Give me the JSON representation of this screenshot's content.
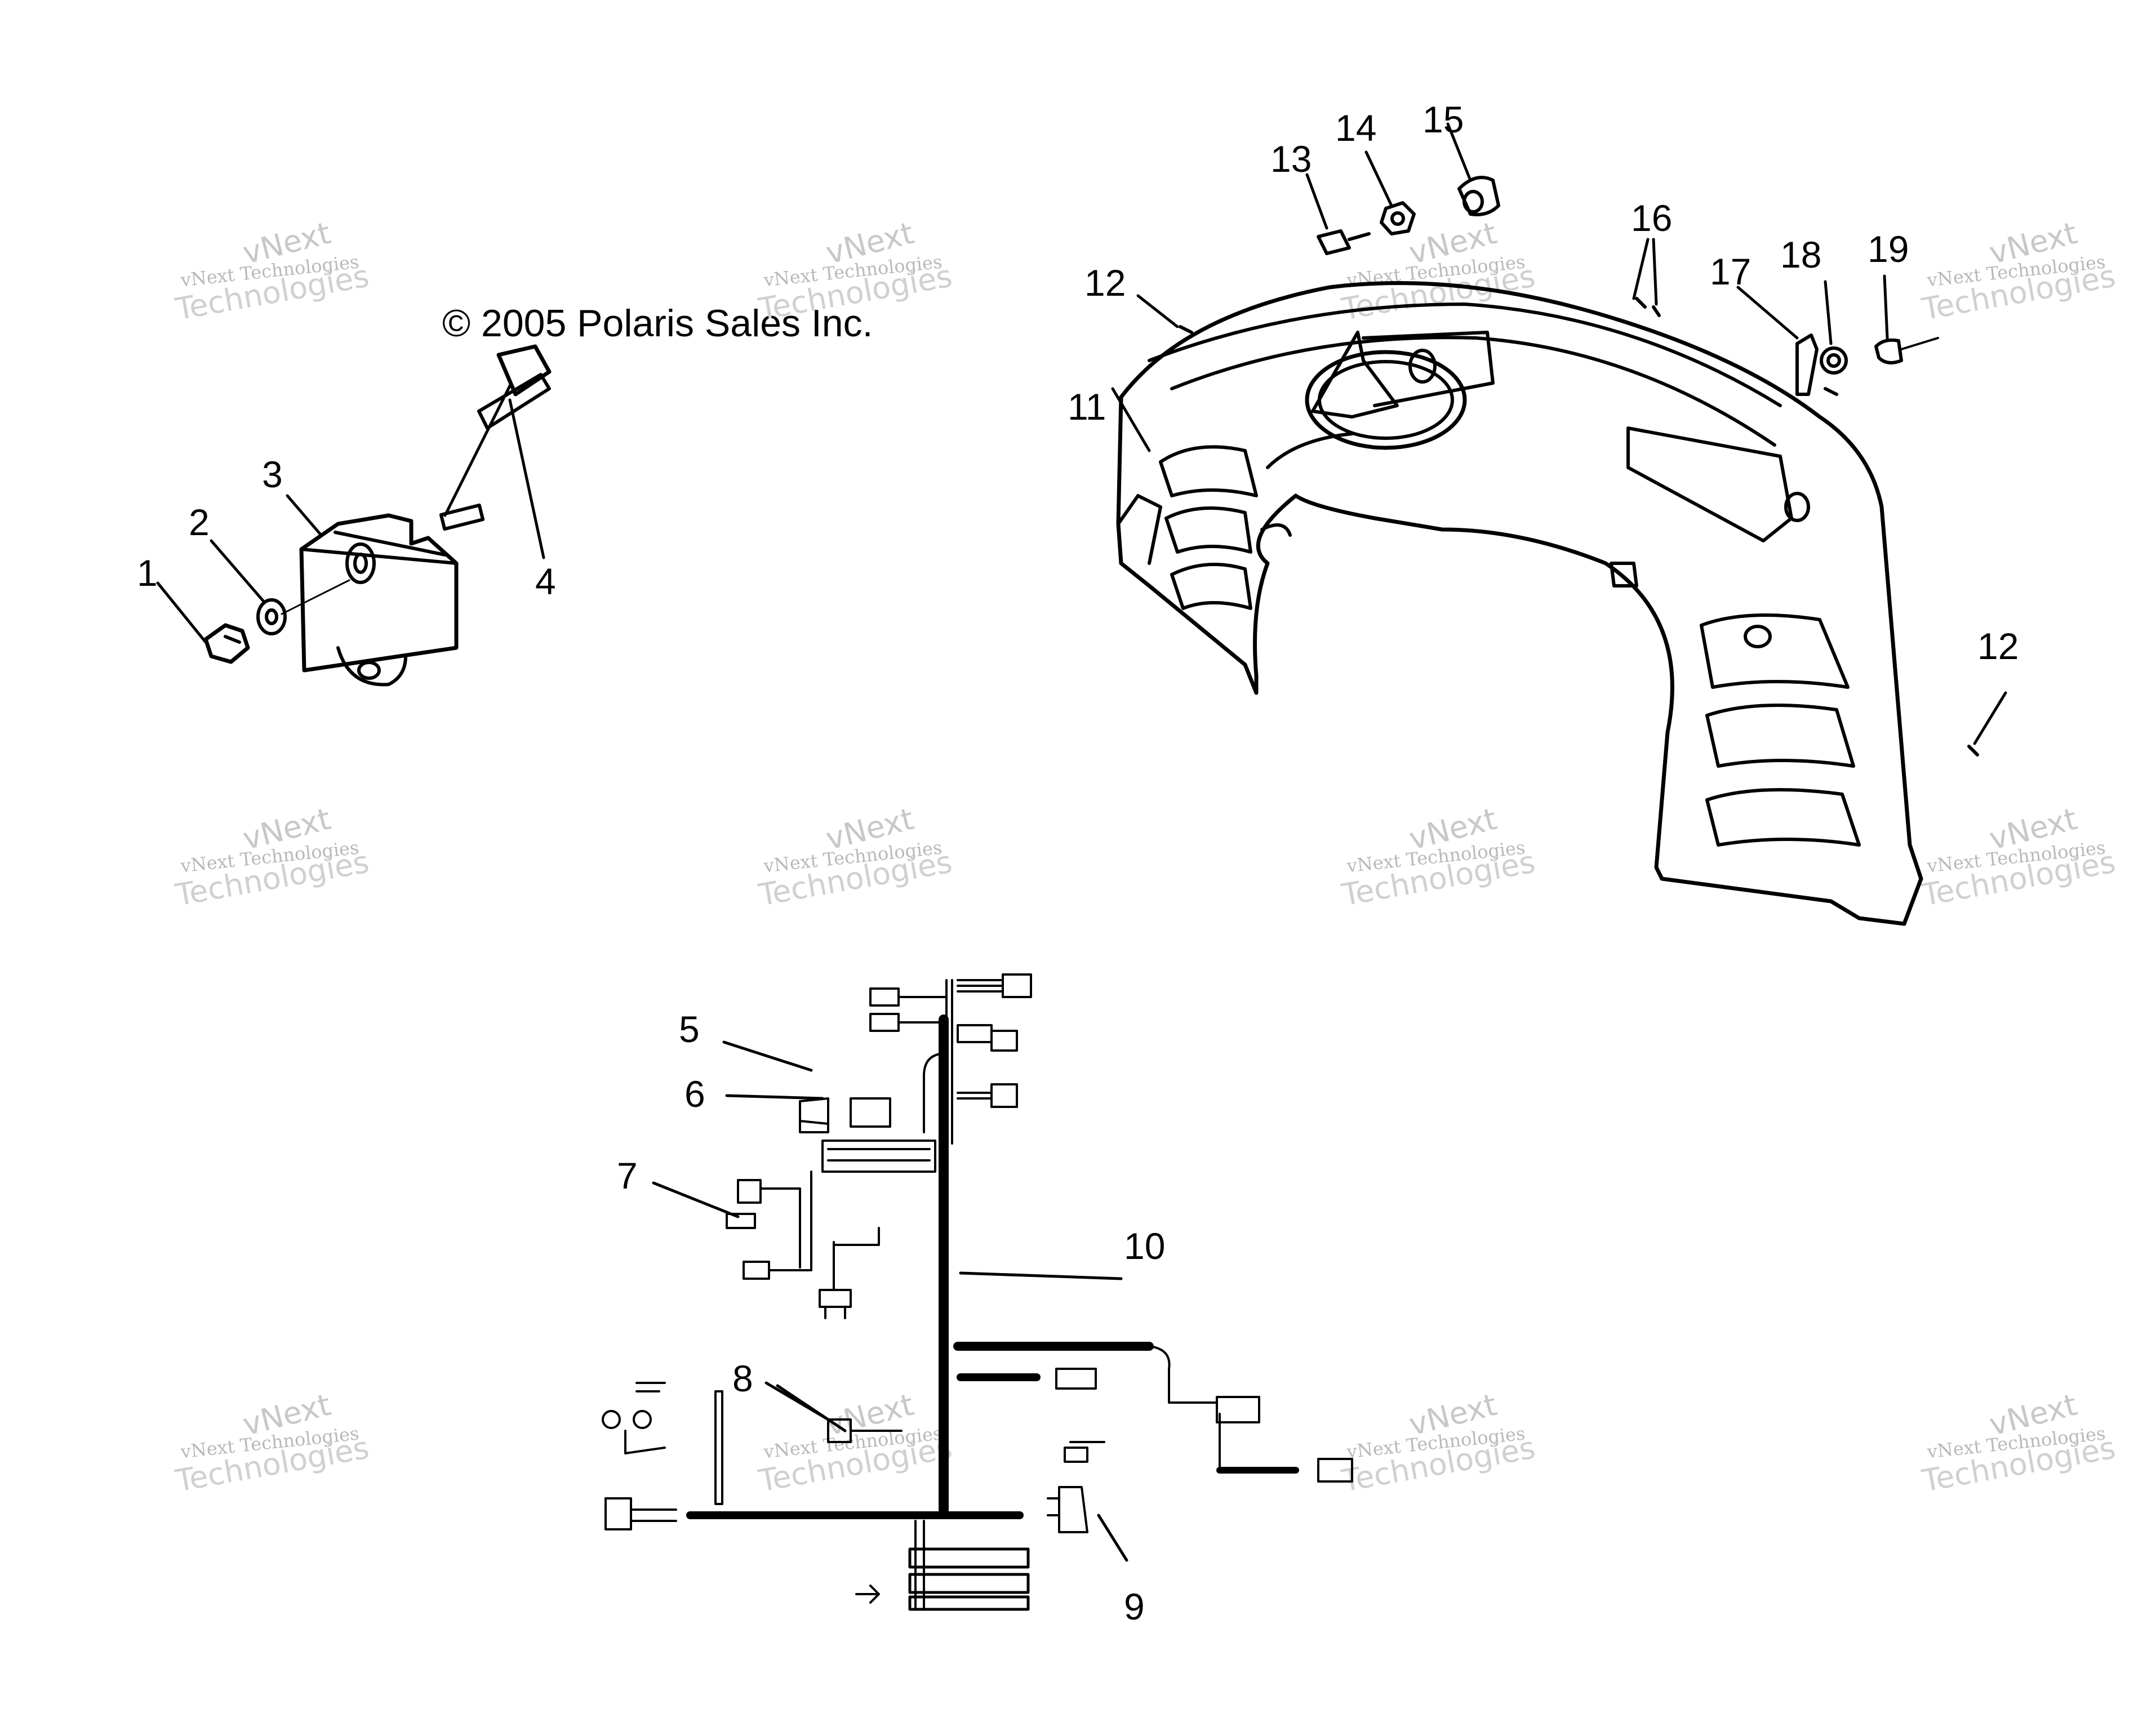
{
  "copyright": "© 2005 Polaris Sales Inc.",
  "watermark": {
    "line1": "vNext",
    "line2": "vNext Technologies",
    "line3": "Technologies"
  },
  "callouts": [
    "1",
    "2",
    "3",
    "4",
    "5",
    "6",
    "7",
    "8",
    "9",
    "10",
    "11",
    "12",
    "13",
    "14",
    "15",
    "16",
    "17",
    "18",
    "19"
  ],
  "callout_12_second": "12",
  "colors": {
    "line": "#000000",
    "watermark": "#c8c8c8",
    "background": "#ffffff"
  }
}
